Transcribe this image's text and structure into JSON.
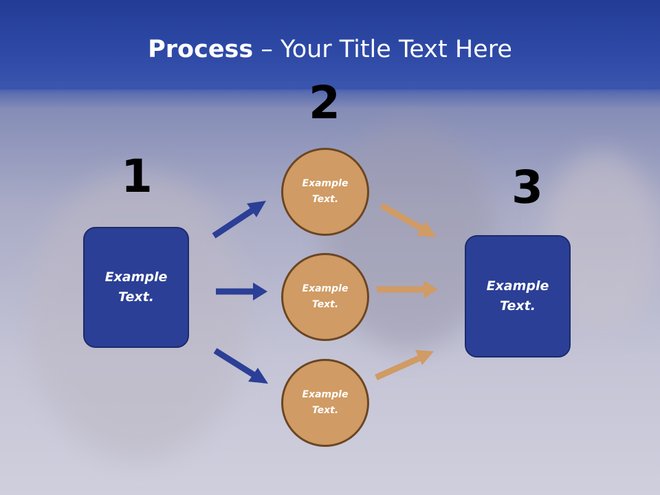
{
  "slide": {
    "title_bold": "Process",
    "title_rest": " – Your Title Text Here"
  },
  "steps": {
    "step1": {
      "number": "1",
      "box_text": "Example Text."
    },
    "step2": {
      "number": "2",
      "circles": [
        {
          "text": "Example Text."
        },
        {
          "text": "Example Text."
        },
        {
          "text": "Example Text."
        }
      ]
    },
    "step3": {
      "number": "3",
      "box_text": "Example Text."
    }
  },
  "colors": {
    "header": "#2e4aa6",
    "box_fill": "#2b3f96",
    "circle_fill": "#d09b64",
    "blue_arrow": "#2b3f96",
    "orange_arrow": "#d09b64"
  }
}
